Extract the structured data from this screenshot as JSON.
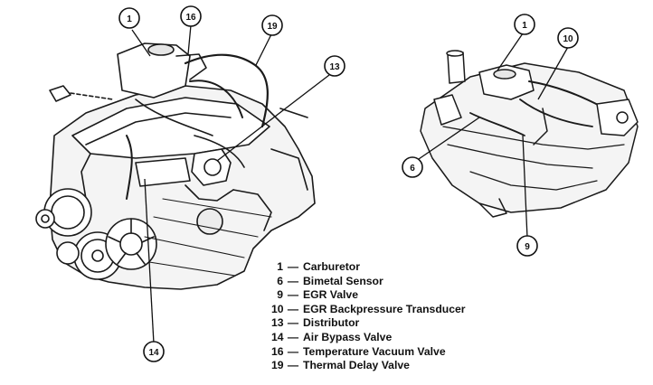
{
  "callouts": {
    "left_engine": [
      "1",
      "16",
      "19",
      "13",
      "14"
    ],
    "right_engine": [
      "1",
      "10",
      "6",
      "9"
    ]
  },
  "legend": [
    {
      "num": "1",
      "sep": "—",
      "label": "Carburetor"
    },
    {
      "num": "6",
      "sep": "—",
      "label": "Bimetal Sensor"
    },
    {
      "num": "9",
      "sep": "—",
      "label": "EGR Valve"
    },
    {
      "num": "10",
      "sep": "—",
      "label": "EGR Backpressure Transducer"
    },
    {
      "num": "13",
      "sep": "—",
      "label": "Distributor"
    },
    {
      "num": "14",
      "sep": "—",
      "label": "Air Bypass Valve"
    },
    {
      "num": "16",
      "sep": "—",
      "label": "Temperature Vacuum Valve"
    },
    {
      "num": "19",
      "sep": "—",
      "label": "Thermal Delay Valve"
    }
  ]
}
